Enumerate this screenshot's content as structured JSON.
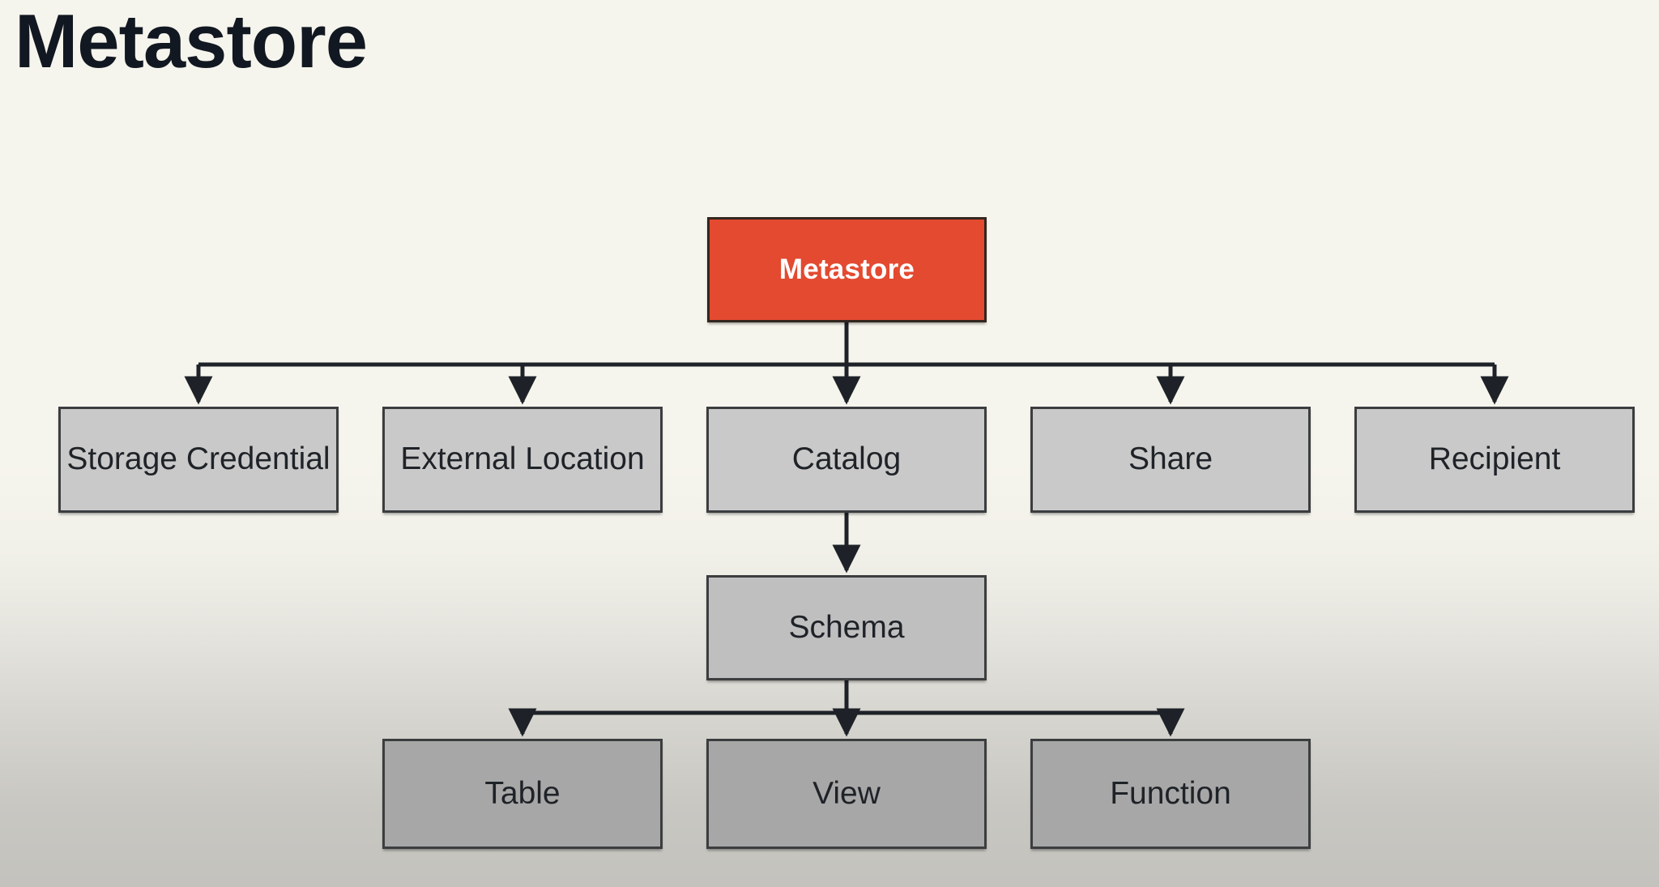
{
  "page": {
    "title": "Metastore",
    "background_top_color": "#F6F5ED",
    "background_bottom_color": "#C3C2BD"
  },
  "diagram": {
    "type": "hierarchy-tree",
    "accent_color": "#E34A30",
    "edge_color": "#1E2228",
    "root": {
      "id": "metastore",
      "label": "Metastore",
      "fill": "#E34A30",
      "text_color": "#FFFFFF"
    },
    "level1": [
      {
        "id": "storage-credential",
        "label": "Storage Credential",
        "fill": "#C9C9C9"
      },
      {
        "id": "external-location",
        "label": "External Location",
        "fill": "#C9C9C9"
      },
      {
        "id": "catalog",
        "label": "Catalog",
        "fill": "#C9C9C9"
      },
      {
        "id": "share",
        "label": "Share",
        "fill": "#C9C9C9"
      },
      {
        "id": "recipient",
        "label": "Recipient",
        "fill": "#C9C9C9"
      }
    ],
    "level2": [
      {
        "id": "schema",
        "label": "Schema",
        "fill": "#BFBFBF"
      }
    ],
    "level3": [
      {
        "id": "table",
        "label": "Table",
        "fill": "#A7A7A7"
      },
      {
        "id": "view",
        "label": "View",
        "fill": "#A7A7A7"
      },
      {
        "id": "function",
        "label": "Function",
        "fill": "#A7A7A7"
      }
    ],
    "edges": [
      {
        "from": "metastore",
        "to": "storage-credential"
      },
      {
        "from": "metastore",
        "to": "external-location"
      },
      {
        "from": "metastore",
        "to": "catalog"
      },
      {
        "from": "metastore",
        "to": "share"
      },
      {
        "from": "metastore",
        "to": "recipient"
      },
      {
        "from": "catalog",
        "to": "schema"
      },
      {
        "from": "schema",
        "to": "table"
      },
      {
        "from": "schema",
        "to": "view"
      },
      {
        "from": "schema",
        "to": "function"
      }
    ]
  }
}
